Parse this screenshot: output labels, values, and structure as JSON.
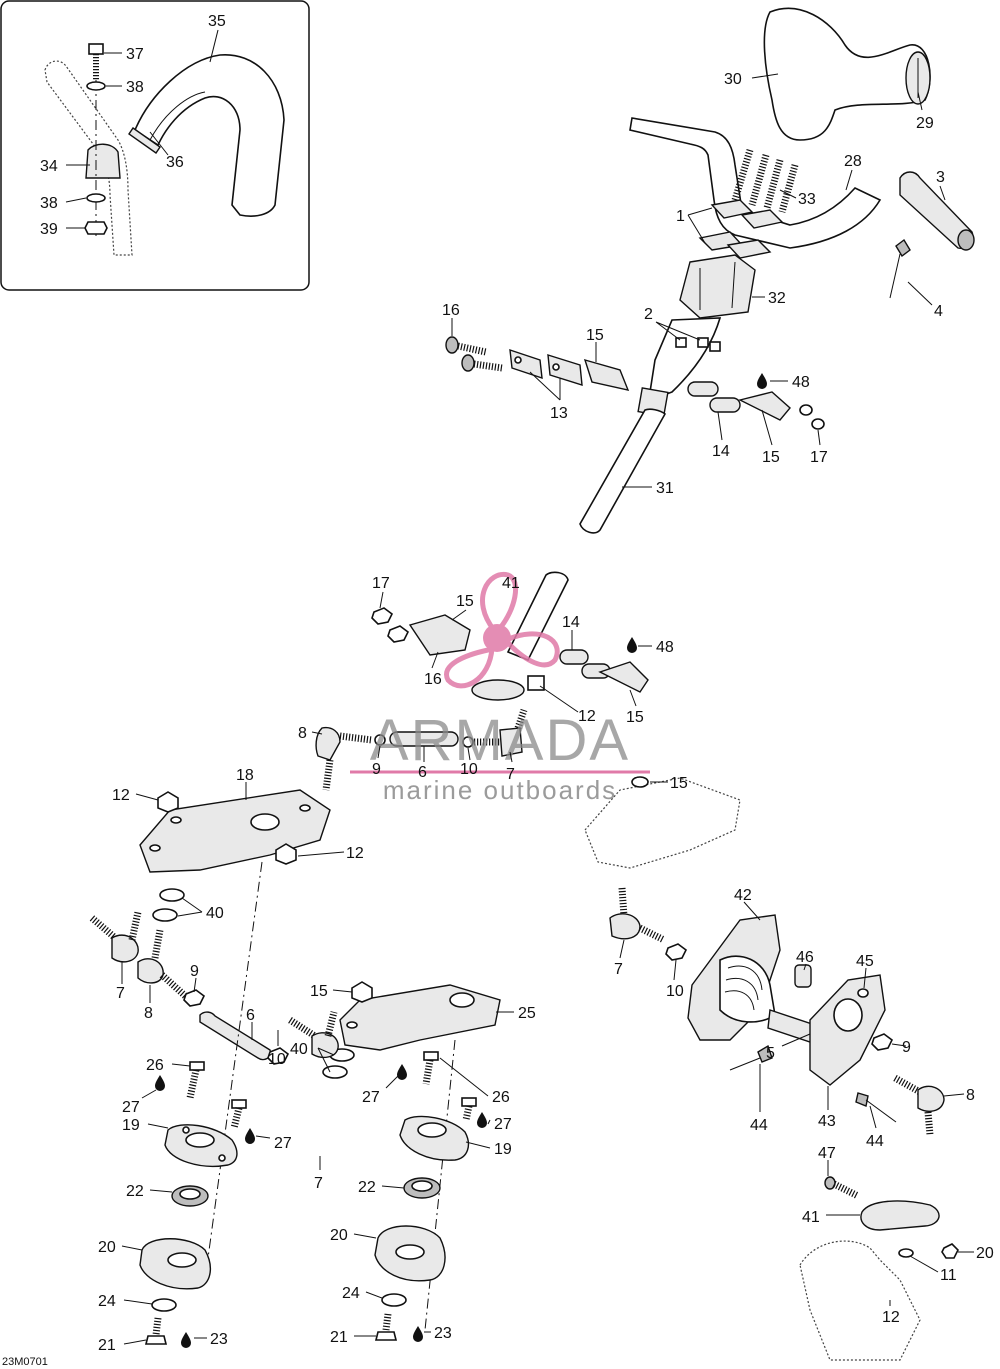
{
  "diagram_code": "23M0701",
  "watermark": {
    "brand": "ARMADA",
    "tagline": "marine outboards",
    "colors": {
      "pink": "#e07aa8",
      "gray": "#8a8a8a"
    }
  },
  "oil_icon": "oil-drop-icon",
  "callouts": [
    "35",
    "37",
    "38",
    "34",
    "38",
    "39",
    "36",
    "30",
    "29",
    "28",
    "3",
    "33",
    "1",
    "32",
    "4",
    "16",
    "15",
    "2",
    "48",
    "13",
    "14",
    "15",
    "17",
    "31",
    "17",
    "41",
    "15",
    "14",
    "48",
    "16",
    "12",
    "15",
    "8",
    "9",
    "6",
    "10",
    "7",
    "18",
    "12",
    "12",
    "15",
    "40",
    "7",
    "8",
    "9",
    "6",
    "10",
    "15",
    "25",
    "40",
    "26",
    "27",
    "19",
    "27",
    "27",
    "26",
    "27",
    "19",
    "7",
    "42",
    "46",
    "45",
    "7",
    "10",
    "5",
    "9",
    "8",
    "22",
    "20",
    "24",
    "21",
    "23",
    "22",
    "20",
    "24",
    "21",
    "23",
    "44",
    "43",
    "44",
    "47",
    "41",
    "20",
    "11",
    "12"
  ]
}
